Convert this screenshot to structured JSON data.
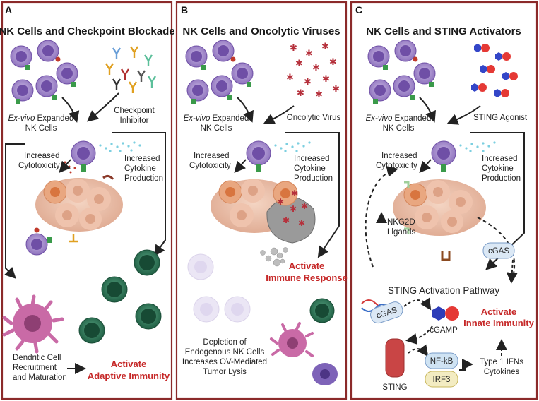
{
  "panels": {
    "a": {
      "letter": "A",
      "title": "NK Cells and Checkpoint Blockade",
      "nk_line1_italic": "Ex-vivo",
      "nk_line1_rest": " Expanded",
      "nk_line2": "NK Cells",
      "inhibitor_line1": "Checkpoint",
      "inhibitor_line2": "Inhibitor",
      "cyto_line1": "Increased",
      "cyto_line2": "Cytotoxicity",
      "cytokine_line1": "Increased",
      "cytokine_line2": "Cytokine",
      "cytokine_line3": "Production",
      "dc_line1": "Dendritic Cell",
      "dc_line2": "Recruitment",
      "dc_line3": "and Maturation",
      "result_line1": "Activate",
      "result_line2": "Adaptive Immunity"
    },
    "b": {
      "letter": "B",
      "title": "NK Cells and Oncolytic Viruses",
      "nk_line1_italic": "Ex-vivo",
      "nk_line1_rest": " Expanded",
      "nk_line2": "NK Cells",
      "virus_label": "Oncolytic Virus",
      "cyto_line1": "Increased",
      "cyto_line2": "Cytotoxicity",
      "cytokine_line1": "Increased",
      "cytokine_line2": "Cytokine",
      "cytokine_line3": "Production",
      "result_line1": "Activate",
      "result_line2": "Immune Response",
      "depletion_line1": "Depletion of",
      "depletion_line2": "Endogenous NK Cells",
      "depletion_line3": "Increases OV-Mediated",
      "depletion_line4": "Tumor Lysis"
    },
    "c": {
      "letter": "C",
      "title": "NK Cells and STING Activators",
      "nk_line1_italic": "Ex-vivo",
      "nk_line1_rest": " Expanded",
      "nk_line2": "NK Cells",
      "agonist_label": "STING Agonist",
      "cyto_line1": "Increased",
      "cyto_line2": "Cytotoxicity",
      "cytokine_line1": "Increased",
      "cytokine_line2": "Cytokine",
      "cytokine_line3": "Production",
      "nkg2d_line1": "NKG2D",
      "nkg2d_line2": "Llgands",
      "cgas_label": "cGAS",
      "pathway_label": "STING Activation Pathway",
      "cgas2_label": "cGAS",
      "cgamp_label": "cGAMP",
      "sting_label": "STING",
      "nfkb_label": "NF-kB",
      "irf3_label": "IRF3",
      "ifn_line1": "Type 1 IFNs",
      "ifn_line2": "Cytokines",
      "result_line1": "Activate",
      "result_line2": "Innate Immunity"
    }
  },
  "colors": {
    "frame": "#8b2a2a",
    "accent_red": "#c62828",
    "nk_cell": "#9b82c4",
    "nk_nucleus": "#6f4fa6",
    "tumor": "#e8b29a",
    "t_cell": "#2f7a5a",
    "dendritic": "#c96aa6",
    "cgas_box": "#dbe8f5"
  }
}
